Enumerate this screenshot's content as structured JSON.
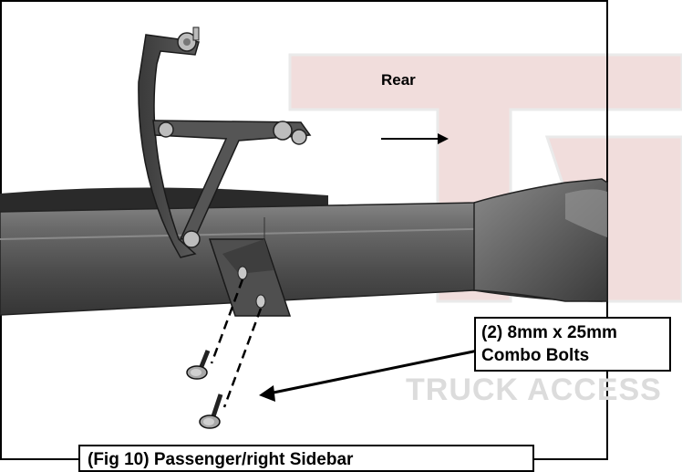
{
  "figure": {
    "direction_label": "Rear",
    "callout": {
      "line1": "(2) 8mm x 25mm",
      "line2": "Combo Bolts"
    },
    "caption": "(Fig 10) Passenger/right Sidebar",
    "watermark_text": "TRUCK ACCESS"
  },
  "colors": {
    "watermark": "#e8c9c7",
    "tube": "#5a5a5a",
    "bracket": "#4a4a4a"
  }
}
